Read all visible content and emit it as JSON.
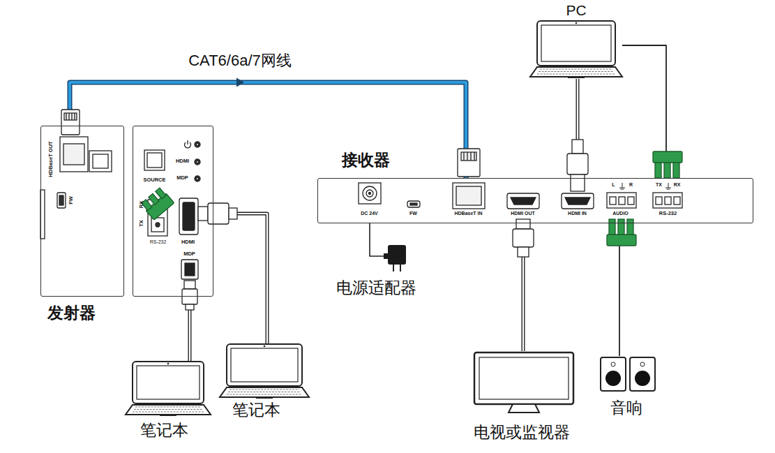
{
  "diagram": {
    "nodes": [
      {
        "text": [
          "发射器",
          "HDBaseT OUT",
          "FW"
        ]
      },
      {
        "text": [
          "SOURCE",
          "HDMI",
          "MDP",
          "RX",
          "TX",
          "RS-232",
          "HDMI",
          "MDP"
        ]
      },
      {
        "text": [
          "接收器",
          "DC 24V",
          "FW",
          "HDBaseT IN",
          "HDMI OUT",
          "HDMI IN",
          "L",
          "R",
          "AUDIO",
          "TX",
          "RX",
          "RS-232"
        ]
      },
      {
        "text": [
          "PC"
        ]
      },
      {
        "text": [
          "电源适配器"
        ]
      },
      {
        "text": [
          "笔记本"
        ]
      },
      {
        "text": [
          "笔记本"
        ]
      },
      {
        "text": [
          "电视或监视器"
        ]
      },
      {
        "text": [
          "音响"
        ]
      }
    ],
    "edges": [
      {
        "from": 0,
        "to": 2,
        "label": "CAT6/6a/7网线",
        "arrow": "to"
      },
      {
        "from": 5,
        "to": 1,
        "arrow": "none"
      },
      {
        "from": 6,
        "to": 1,
        "arrow": "none"
      },
      {
        "from": 3,
        "to": 2,
        "arrow": "none"
      },
      {
        "from": 3,
        "to": 2,
        "arrow": "none"
      },
      {
        "from": 2,
        "to": 7,
        "arrow": "none"
      },
      {
        "from": 2,
        "to": 8,
        "arrow": "none"
      },
      {
        "from": 4,
        "to": 2,
        "arrow": "none"
      }
    ]
  }
}
